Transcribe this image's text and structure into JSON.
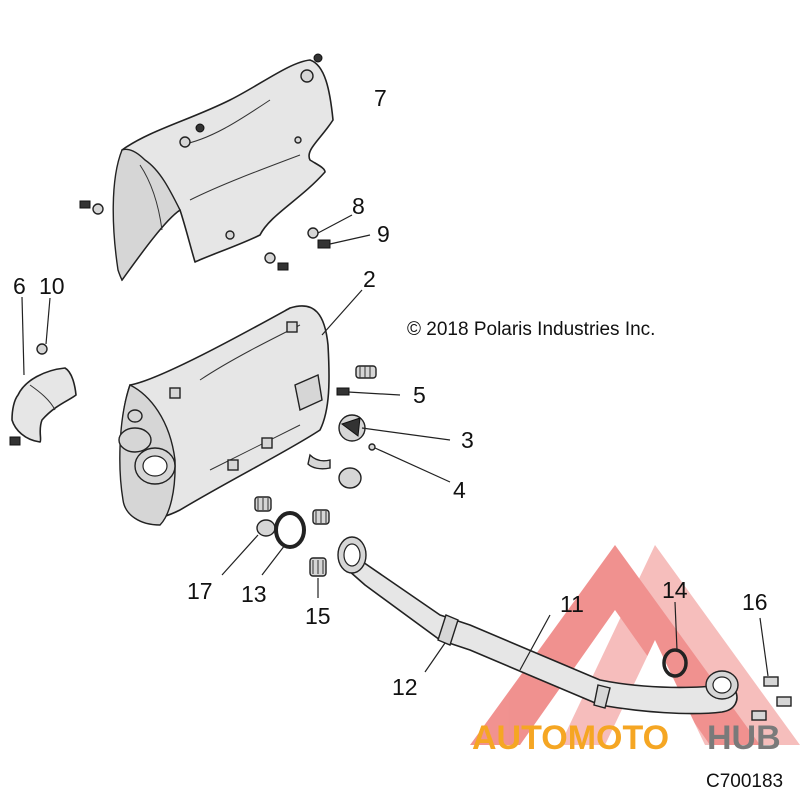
{
  "copyright": "© 2018 Polaris Industries Inc.",
  "diagram_code": "C700183",
  "watermark": {
    "text_orange": "AUTOMOTO",
    "text_gray": "HUB",
    "orange": "#f5a623",
    "gray": "#7a7a7a",
    "red": "#e53935"
  },
  "callouts": [
    "2",
    "3",
    "4",
    "5",
    "6",
    "7",
    "8",
    "9",
    "10",
    "11",
    "12",
    "13",
    "14",
    "15",
    "16",
    "17"
  ],
  "colors": {
    "part_fill": "#e6e6e6",
    "outline": "#222222"
  }
}
